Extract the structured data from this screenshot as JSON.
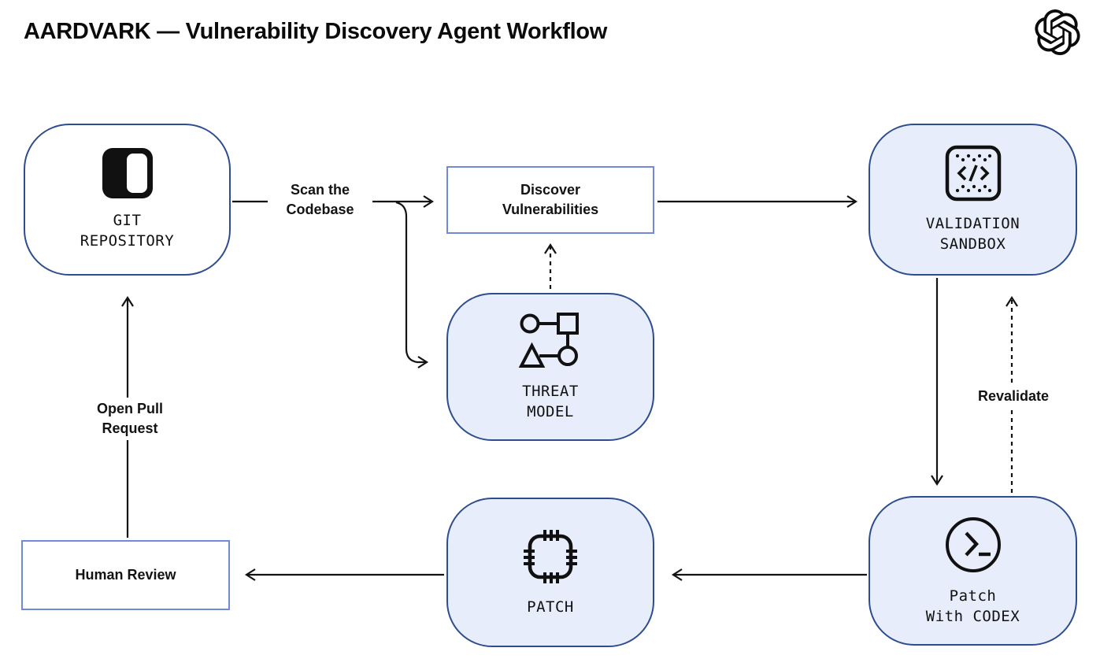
{
  "title": "AARDVARK — Vulnerability Discovery Agent Workflow",
  "logo": {
    "name": "openai-logo"
  },
  "colors": {
    "background": "#ffffff",
    "node_fill": "#e7edfb",
    "node_border": "#2e4d8e",
    "box_border": "#7189d8",
    "arrow": "#131313",
    "text": "#111111"
  },
  "nodes": {
    "git_repository": {
      "label": "GIT\nREPOSITORY",
      "type": "rounded",
      "icon": "git-repository-icon"
    },
    "discover_vulnerabilities": {
      "label": "Discover\nVulnerabilities",
      "type": "box"
    },
    "threat_model": {
      "label": "THREAT\nMODEL",
      "type": "rounded",
      "icon": "threat-model-icon"
    },
    "validation_sandbox": {
      "label": "VALIDATION\nSANDBOX",
      "type": "rounded",
      "icon": "validation-sandbox-icon"
    },
    "patch_with_codex": {
      "label": "Patch\nWith CODEX",
      "type": "rounded",
      "icon": "codex-terminal-icon"
    },
    "patch": {
      "label": "PATCH",
      "type": "rounded",
      "icon": "patch-icon"
    },
    "human_review": {
      "label": "Human Review",
      "type": "box"
    }
  },
  "edge_labels": {
    "scan_the_codebase": "Scan the\nCodebase",
    "open_pull_request": "Open Pull\nRequest",
    "revalidate": "Revalidate"
  },
  "edges": [
    {
      "from": "git_repository",
      "to": "discover_vulnerabilities",
      "label": "Scan the Codebase",
      "style": "solid"
    },
    {
      "from": "git_repository",
      "to": "threat_model",
      "label": "Scan the Codebase",
      "style": "solid"
    },
    {
      "from": "threat_model",
      "to": "discover_vulnerabilities",
      "label": "",
      "style": "dashed"
    },
    {
      "from": "discover_vulnerabilities",
      "to": "validation_sandbox",
      "label": "",
      "style": "solid"
    },
    {
      "from": "validation_sandbox",
      "to": "patch_with_codex",
      "label": "",
      "style": "solid"
    },
    {
      "from": "patch_with_codex",
      "to": "validation_sandbox",
      "label": "Revalidate",
      "style": "dashed"
    },
    {
      "from": "patch_with_codex",
      "to": "patch",
      "label": "",
      "style": "solid"
    },
    {
      "from": "patch",
      "to": "human_review",
      "label": "",
      "style": "solid"
    },
    {
      "from": "human_review",
      "to": "git_repository",
      "label": "Open Pull Request",
      "style": "solid"
    }
  ]
}
